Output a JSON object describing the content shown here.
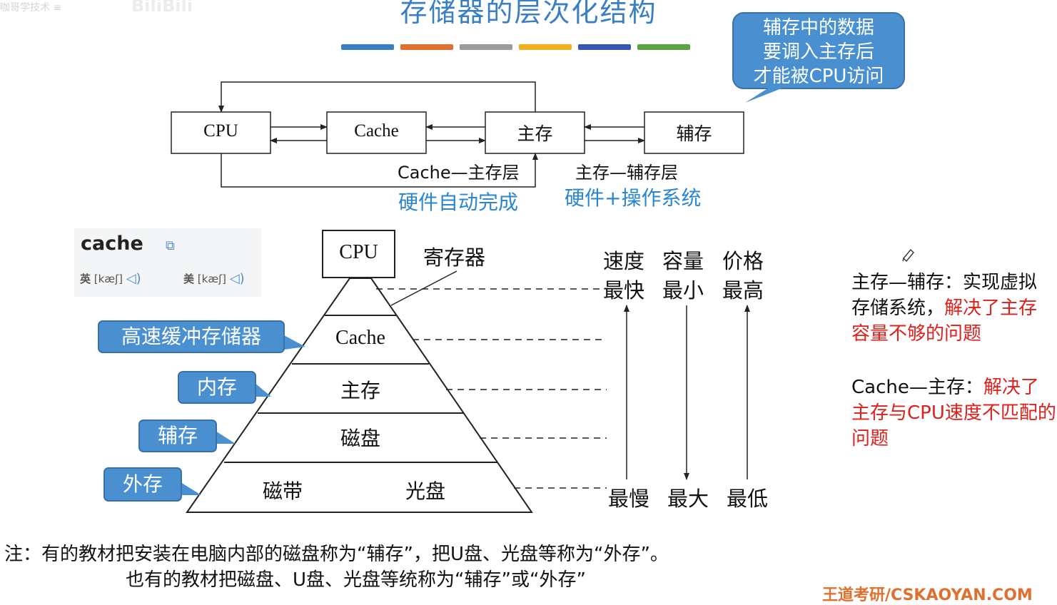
{
  "header": {
    "title": "存储器的层次化结构",
    "watermark": "咖哥学技术 ≡",
    "watermark2": "BiliBili",
    "colorbar": [
      "#3a7fc2",
      "#e07030",
      "#9b9b9b",
      "#f0b020",
      "#3857b0",
      "#5aa540"
    ]
  },
  "callout": {
    "lines": [
      "辅存中的数据",
      "要调入主存后",
      "才能被CPU访问"
    ]
  },
  "top_diagram": {
    "boxes": [
      "CPU",
      "Cache",
      "主存",
      "辅存"
    ],
    "layer1": "Cache—主存层",
    "layer2": "主存—辅存层",
    "layer1_note": "硬件自动完成",
    "layer2_note": "硬件+操作系统"
  },
  "dictionary": {
    "word": "cache",
    "uk_label": "英",
    "uk_phonetic": "[kæʃ]",
    "us_label": "美",
    "us_phonetic": "[kæʃ]"
  },
  "pyramid": {
    "top": "CPU",
    "register": "寄存器",
    "levels": [
      "Cache",
      "主存",
      "磁盘"
    ],
    "bottom_left": "磁带",
    "bottom_right": "光盘",
    "tags": [
      "高速缓冲存储器",
      "内存",
      "辅存",
      "外存"
    ]
  },
  "scale": {
    "headers": [
      "速度",
      "容量",
      "价格"
    ],
    "top": [
      "最快",
      "最小",
      "最高"
    ],
    "bottom": [
      "最慢",
      "最大",
      "最低"
    ]
  },
  "notes": {
    "n1_black": "主存—辅存：实现虚拟存储系统，",
    "n1_red": "解决了主存容量不够的问题",
    "n2_black": "Cache—主存：",
    "n2_red": "解决了主存与CPU速度不匹配的问题"
  },
  "footer": {
    "line1": "注：有的教材把安装在电脑内部的磁盘称为“辅存”，把U盘、光盘等称为“外存”。",
    "line2": "也有的教材把磁盘、U盘、光盘等统称为“辅存”或“外存”",
    "brand": "王道考研/CSKAOYAN.COM"
  }
}
